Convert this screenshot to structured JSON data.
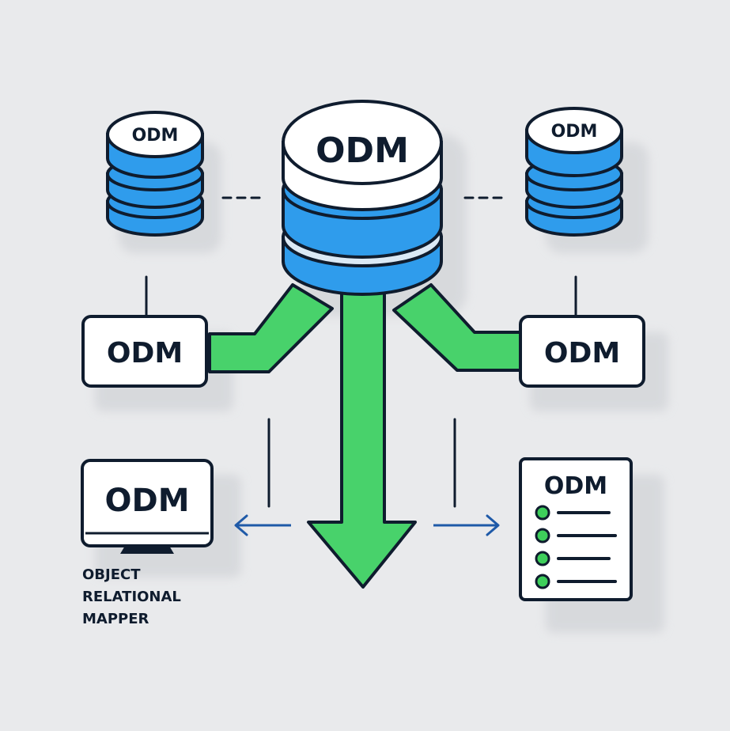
{
  "colors": {
    "background": "#e9eaec",
    "db_blue": "#2f9cec",
    "arrow_green": "#48d26b",
    "outline": "#0f1c2e",
    "doc_dot_green": "#3ecf5b",
    "connector_blue": "#1f5aa8"
  },
  "diagram": {
    "central_db": {
      "label": "ODM"
    },
    "left_db": {
      "label": "ODM"
    },
    "right_db": {
      "label": "ODM"
    },
    "left_box": {
      "label": "ODM"
    },
    "right_box": {
      "label": "ODM"
    },
    "monitor": {
      "label": "ODM"
    },
    "document": {
      "label": "ODM",
      "icon": "list-document-icon"
    },
    "caption": {
      "line1": "OBJECT",
      "line2": "RELATIONAL",
      "line3": "MAPPER"
    }
  }
}
